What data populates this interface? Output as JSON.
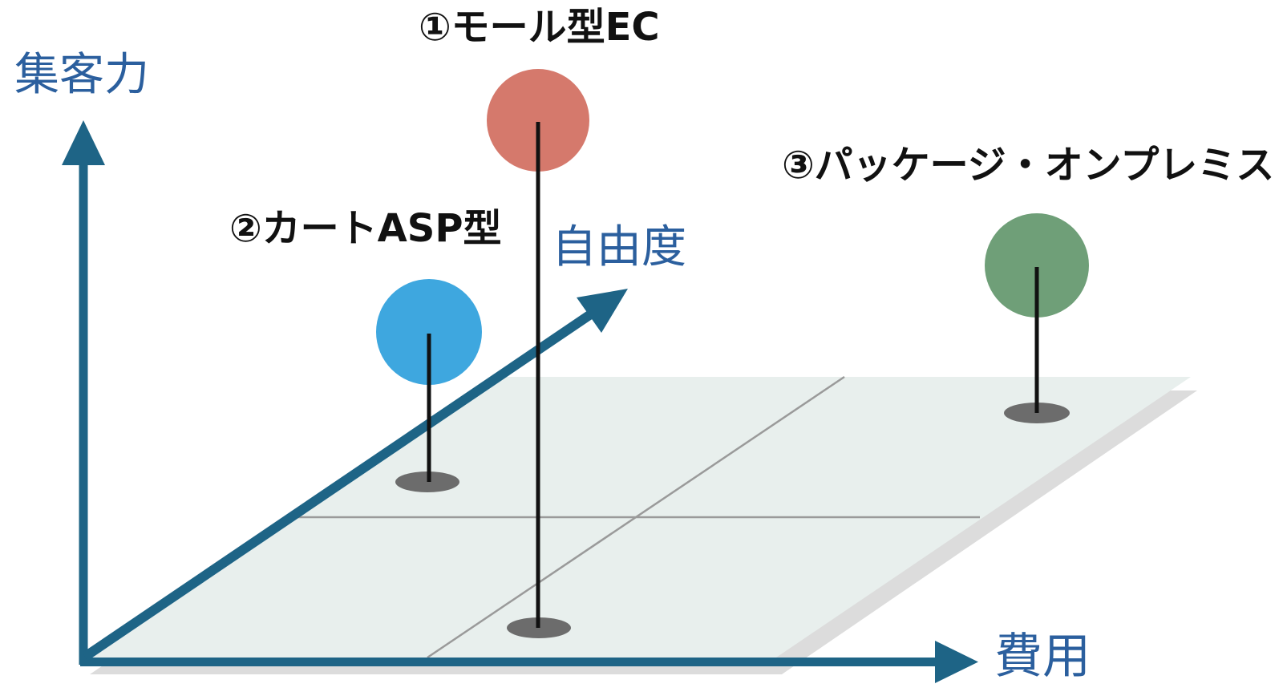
{
  "diagram": {
    "axes": [
      {
        "id": "y-vertical",
        "label": "集客力"
      },
      {
        "id": "diagonal",
        "label": "自由度"
      },
      {
        "id": "x-horizontal",
        "label": "費用"
      }
    ],
    "items": [
      {
        "number": "①",
        "label": "①モール型EC",
        "color": "#D5796C"
      },
      {
        "number": "②",
        "label": "②カートASP型",
        "color": "#3EA7DF"
      },
      {
        "number": "③",
        "label": "③パッケージ・オンプレミス",
        "color": "#6F9F78"
      }
    ],
    "colors": {
      "axis": "#1E6486",
      "axis_label": "#2B5F9E",
      "item_label": "#111111",
      "plane": "#E8EFED",
      "plane_shadow": "#DCDCDC",
      "grid": "#9A9A9A",
      "stick": "#111111",
      "stick_base": "#6C6C6C",
      "background": "#FFFFFF"
    }
  }
}
